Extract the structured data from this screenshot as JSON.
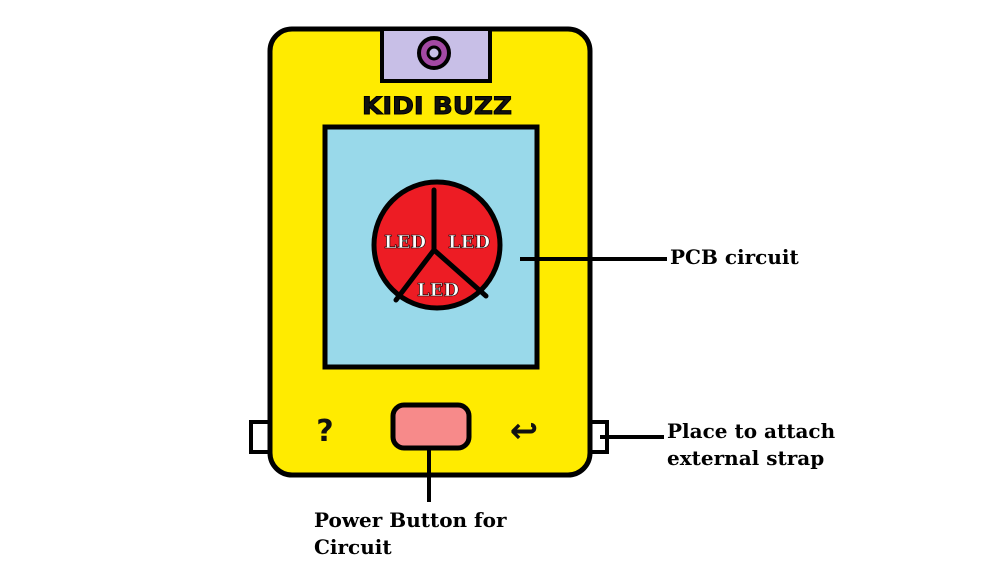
{
  "device": {
    "brand": "KIDI BUZZ",
    "help_symbol": "?",
    "back_symbol": "↩",
    "camera_icon": "camera-lens-icon",
    "colors": {
      "body": "#ffeb00",
      "screen": "#99d9ea",
      "camera_panel": "#c8bfe7",
      "lens": "#a349a4",
      "led_disc": "#ed1c24",
      "power_button": "#f78a8a",
      "outline": "#000000"
    }
  },
  "leds": {
    "left": "LED",
    "right": "LED",
    "bottom": "LED"
  },
  "callouts": {
    "pcb": "PCB circuit",
    "strap_line1": "Place to attach",
    "strap_line2": "external strap",
    "power_line1": "Power Button for",
    "power_line2": "Circuit"
  }
}
